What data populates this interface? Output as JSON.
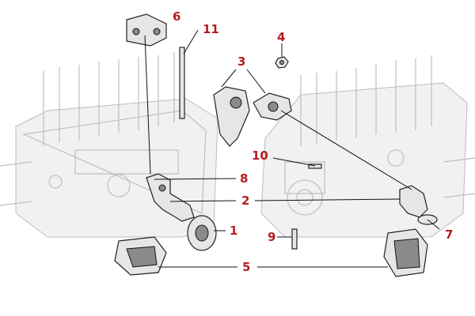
{
  "diagram": {
    "type": "exploded-parts-illustration",
    "callouts": [
      {
        "id": "c1",
        "label": "1"
      },
      {
        "id": "c2",
        "label": "2"
      },
      {
        "id": "c3",
        "label": "3"
      },
      {
        "id": "c4",
        "label": "4"
      },
      {
        "id": "c5",
        "label": "5"
      },
      {
        "id": "c6",
        "label": "6"
      },
      {
        "id": "c7",
        "label": "7"
      },
      {
        "id": "c8",
        "label": "8"
      },
      {
        "id": "c9",
        "label": "9"
      },
      {
        "id": "c10",
        "label": "10"
      },
      {
        "id": "c11",
        "label": "11"
      }
    ],
    "colors": {
      "callout": "#b41e23",
      "leader": "#111111",
      "ghost_block": "#bfbfbf"
    }
  }
}
